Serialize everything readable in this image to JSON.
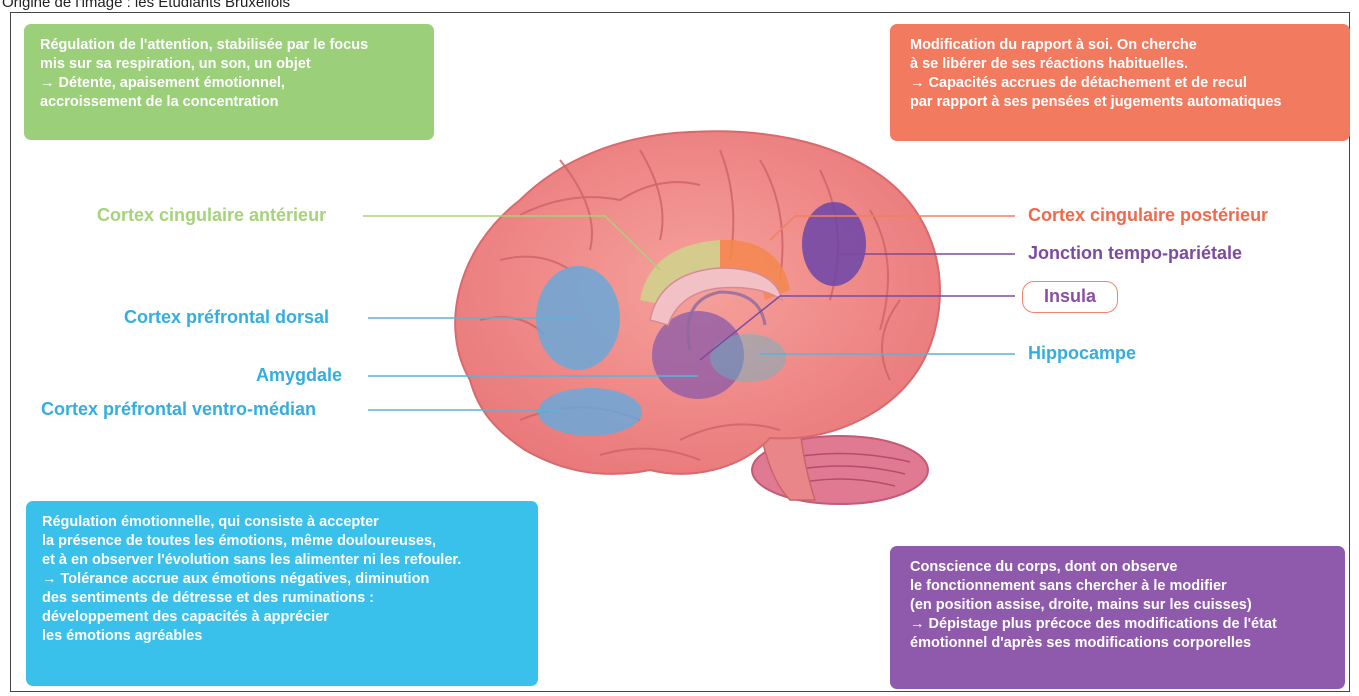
{
  "caption": "Origine de l'image : les Etudiants Bruxellois",
  "boxes": {
    "attention": {
      "lines": [
        "Régulation de l'attention, stabilisée par le focus",
        "mis sur sa respiration, un son, un objet",
        "→ Détente, apaisement émotionnel,",
        "accroissement de la concentration"
      ],
      "color": "#9ccf79"
    },
    "self": {
      "lines": [
        "Modification du rapport à soi. On cherche",
        "à se libérer de ses réactions habituelles.",
        "→ Capacités accrues de détachement et de recul",
        "par rapport à ses pensées et jugements automatiques"
      ],
      "color": "#f27b5f"
    },
    "emotion": {
      "lines": [
        "Régulation émotionnelle, qui consiste à accepter",
        "la présence de toutes les émotions, même douloureuses,",
        "et à en observer l'évolution sans les alimenter ni les refouler.",
        "→ Tolérance accrue aux émotions négatives, diminution",
        "des sentiments de détresse et des ruminations :",
        "développement des capacités à apprécier",
        "les émotions agréables"
      ],
      "color": "#39c1ec"
    },
    "body": {
      "lines": [
        "Conscience du corps, dont on observe",
        "le fonctionnement sans chercher à le modifier",
        "(en position assise, droite, mains sur les cuisses)",
        "→ Dépistage plus précoce des modifications de l'état",
        "émotionnel d'après ses modifications corporelles"
      ],
      "color": "#8f5aab"
    }
  },
  "labels": {
    "acc": "Cortex cingulaire antérieur",
    "pfc_dorsal": "Cortex préfrontal dorsal",
    "amygdala": "Amygdale",
    "pfc_vm": "Cortex préfrontal ventro-médian",
    "pcc": "Cortex cingulaire postérieur",
    "tpj": "Jonction tempo-pariétale",
    "insula": "Insula",
    "hippocampus": "Hippocampe"
  },
  "colors": {
    "green": "#9ccf79",
    "orange": "#f27b5f",
    "blue": "#39c1ec",
    "purple": "#8f5aab",
    "brain": "#f08a86"
  }
}
